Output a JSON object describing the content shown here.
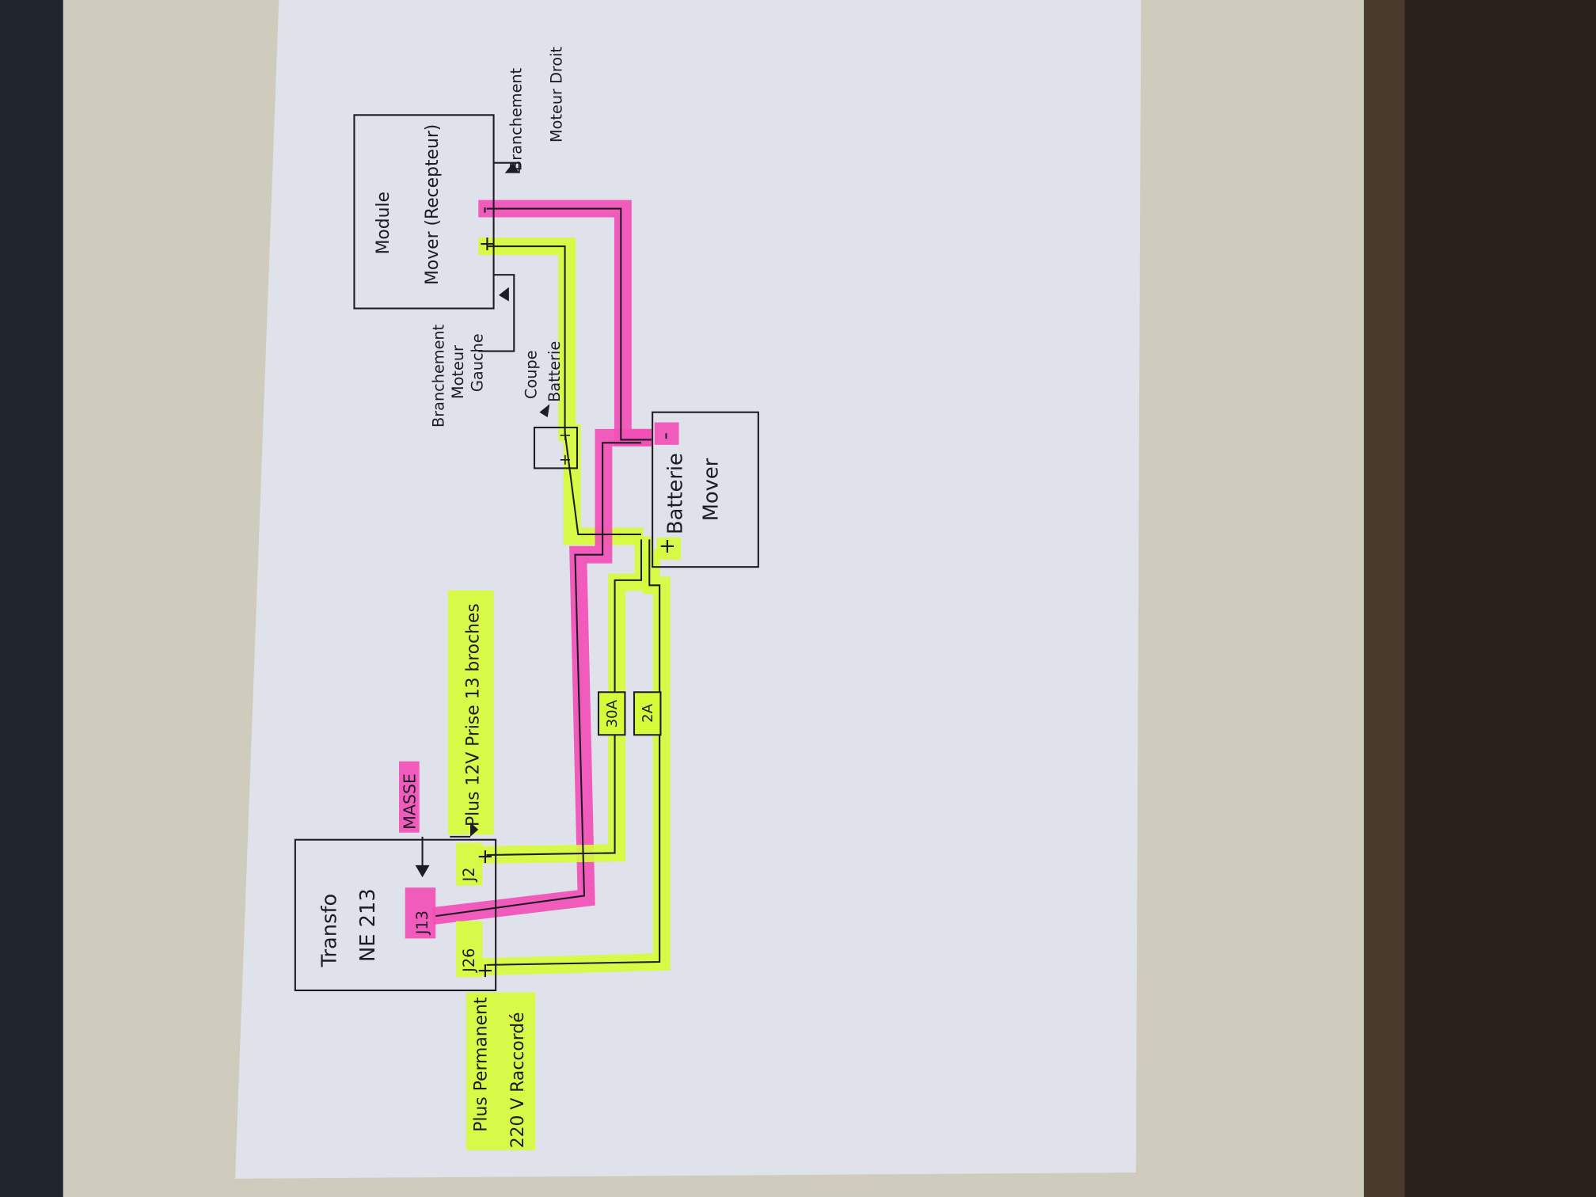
{
  "colors": {
    "paper": "#dfe2ea",
    "wall": "#cfcbbd",
    "positive_highlight": "#d6fb3a",
    "ground_highlight": "#f24fb6",
    "fabric": "#2b211c"
  },
  "transfo": {
    "line1": "Transfo",
    "line2": "NE 213"
  },
  "connectors": {
    "j2": "J2",
    "j13": "J13",
    "j26": "J26",
    "plus": "+",
    "minus": "-"
  },
  "labels": {
    "masse": "MASSE",
    "plus_12v": "Plus 12V Prise 13 broches",
    "plus_permanent": "Plus Permanent",
    "raccorde": "220 V Raccordé",
    "coupe": "Coupe",
    "coupe_batterie": "Batterie",
    "branchement_gauche_1": "Branchement",
    "branchement_gauche_2": "Moteur",
    "branchement_gauche_3": "Gauche",
    "branchement_droit_1": "Branchement",
    "branchement_droit_2": "Moteur Droit"
  },
  "fuses": {
    "f30": "30A",
    "f2": "2A"
  },
  "battery": {
    "line1": "Batterie",
    "line2": "Mover"
  },
  "module": {
    "line1": "Module",
    "line2": "Mover (Recepteur)"
  }
}
